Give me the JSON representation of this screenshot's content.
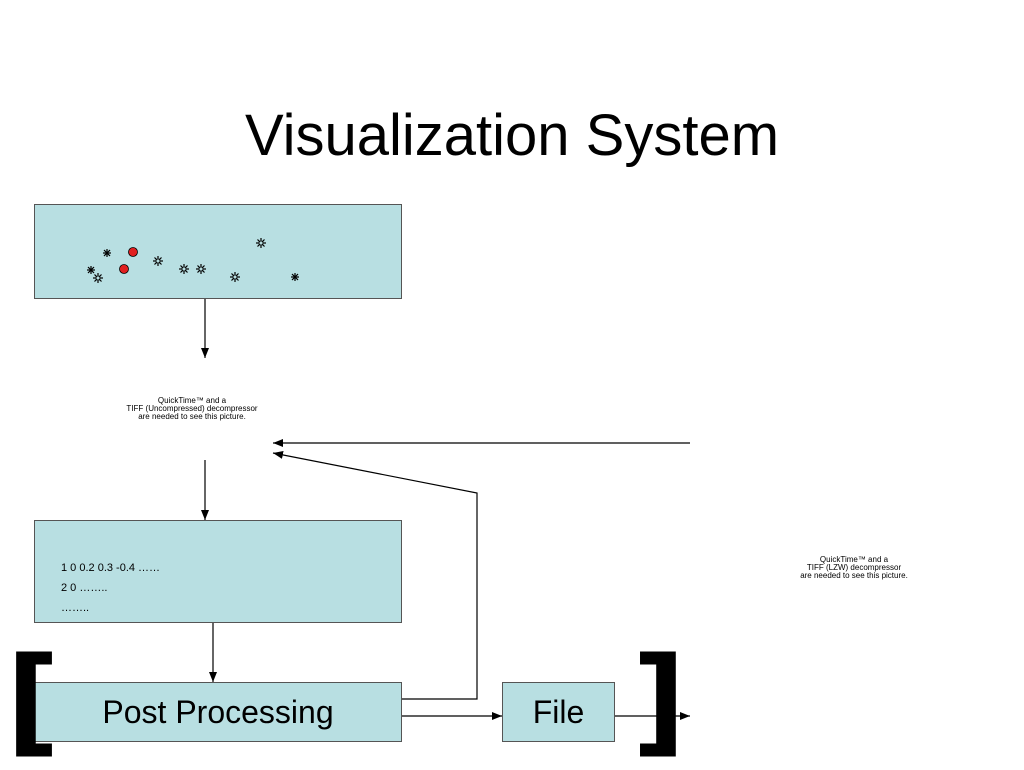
{
  "slide": {
    "title": "Visualization System"
  },
  "particles": {
    "markers": [
      "asterisk",
      "asterisk",
      "red-dot",
      "red-dot",
      "sun",
      "sun",
      "sun",
      "sun",
      "sun",
      "sun",
      "asterisk"
    ]
  },
  "quicktime_top": {
    "line1": "QuickTime™ and a",
    "line2": "TIFF (Uncompressed) decompressor",
    "line3": "are needed to see this picture."
  },
  "quicktime_right": {
    "line1": "QuickTime™ and a",
    "line2": "TIFF (LZW) decompressor",
    "line3": "are needed to see this picture."
  },
  "data_box": {
    "line1": "1 0 0.2 0.3 -0.4 ……",
    "line2": "2 0 ……..",
    "line3": "…….."
  },
  "post_processing": {
    "label": "Post Processing"
  },
  "file": {
    "label": "File"
  },
  "brackets": {
    "left": "[",
    "right": "]"
  },
  "colors": {
    "box_fill": "#b8dfe2",
    "marker_red": "#e02020"
  }
}
